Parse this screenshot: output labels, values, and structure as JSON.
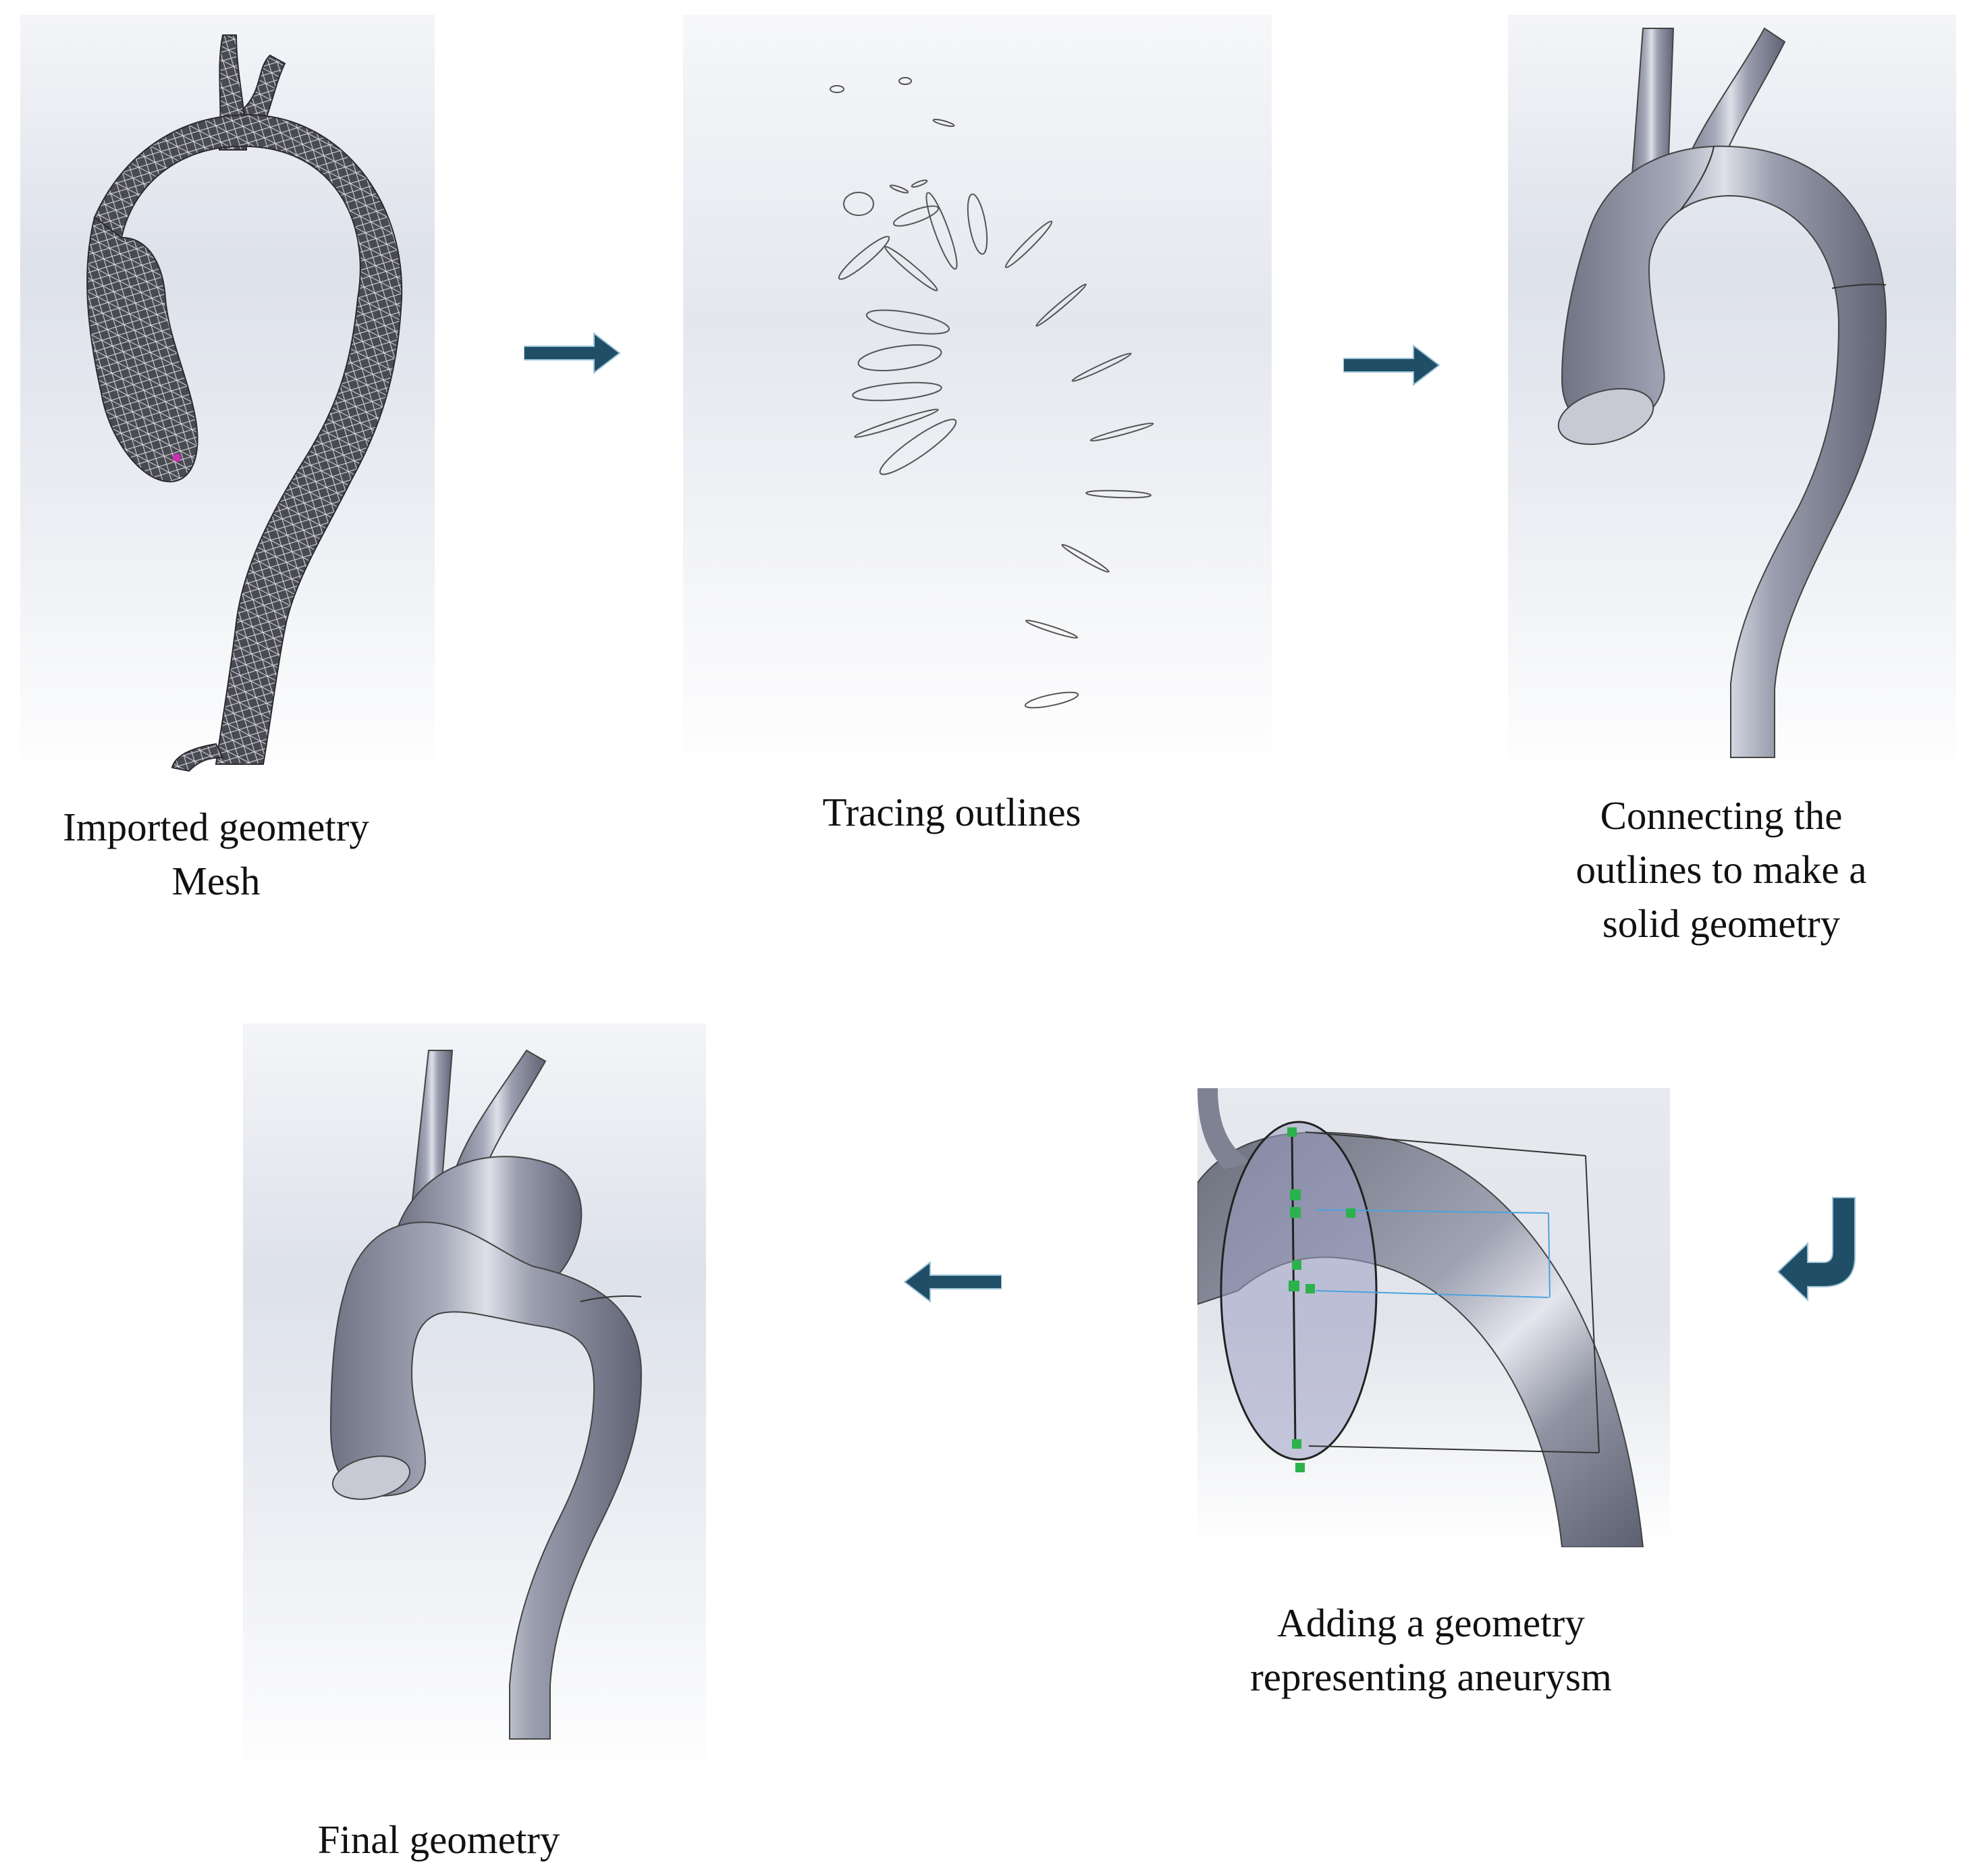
{
  "steps": [
    {
      "caption_lines": [
        "Imported geometry",
        "Mesh"
      ]
    },
    {
      "caption_lines": [
        "Tracing outlines"
      ]
    },
    {
      "caption_lines": [
        "Connecting the",
        "outlines to make a",
        "solid geometry"
      ]
    },
    {
      "caption_lines": [
        "Adding a geometry",
        "representing aneurysm"
      ]
    },
    {
      "caption_lines": [
        "Final geometry"
      ]
    }
  ],
  "colors": {
    "arrow": "#1f4e66",
    "arrow_outline": "#9cc3d6",
    "aorta": "#8e92a2",
    "mesh": "#3a3a40",
    "sketch_point": "#2bb24c",
    "dimension": "#4aa3df"
  },
  "icons": [
    "right-arrow-icon",
    "left-arrow-icon",
    "down-left-arrow-icon"
  ]
}
